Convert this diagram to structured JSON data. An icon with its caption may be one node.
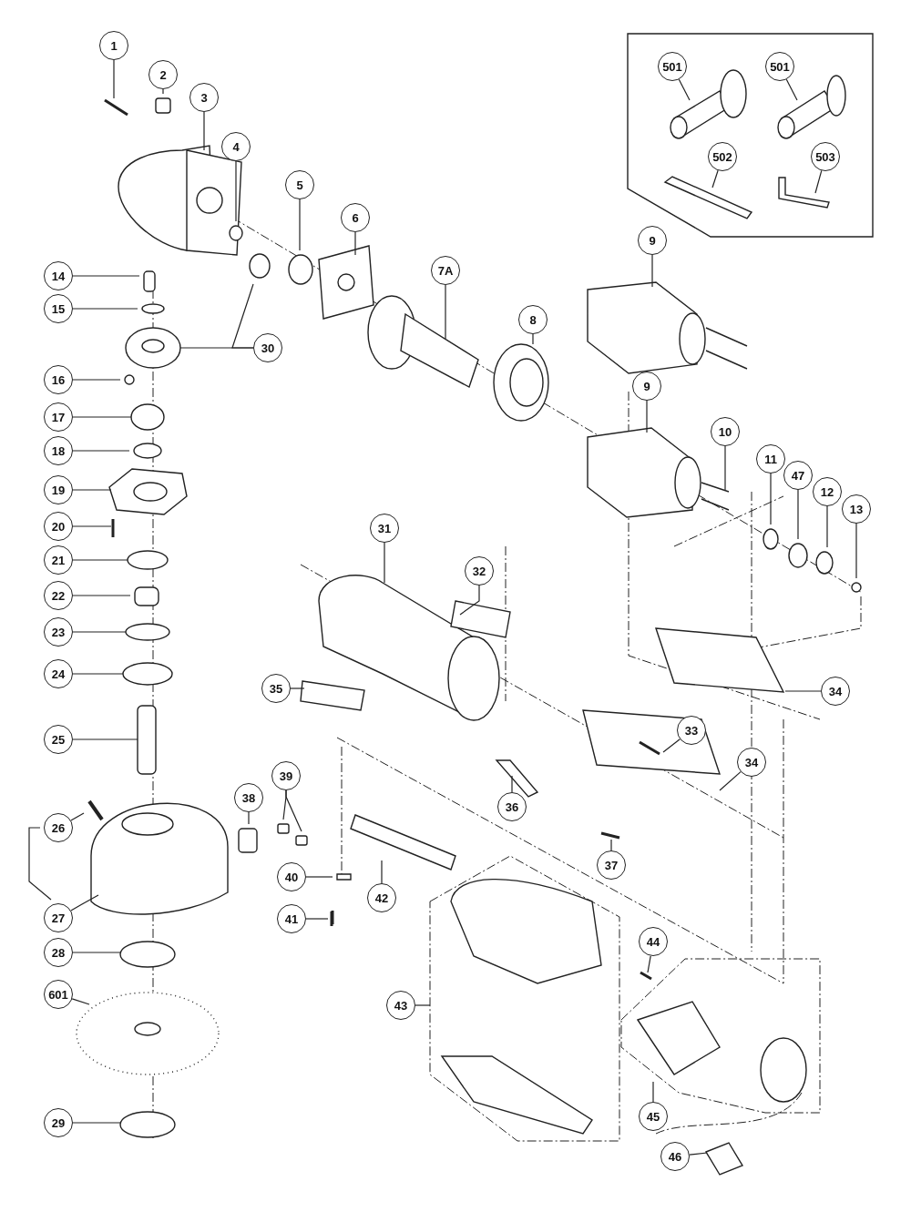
{
  "diagram": {
    "nodes": [
      {
        "text": [
          "1"
        ]
      },
      {
        "text": [
          "2"
        ]
      },
      {
        "text": [
          "3"
        ]
      },
      {
        "text": [
          "4"
        ]
      },
      {
        "text": [
          "5"
        ]
      },
      {
        "text": [
          "501"
        ]
      },
      {
        "text": [
          "501"
        ]
      },
      {
        "text": [
          "502"
        ]
      },
      {
        "text": [
          "503"
        ]
      },
      {
        "text": [
          "6"
        ]
      },
      {
        "text": [
          "7A"
        ]
      },
      {
        "text": [
          "8"
        ]
      },
      {
        "text": [
          "9"
        ]
      },
      {
        "text": [
          "9"
        ]
      },
      {
        "text": [
          "10"
        ]
      },
      {
        "text": [
          "11"
        ]
      },
      {
        "text": [
          "47"
        ]
      },
      {
        "text": [
          "12"
        ]
      },
      {
        "text": [
          "13"
        ]
      },
      {
        "text": [
          "14"
        ]
      },
      {
        "text": [
          "15"
        ]
      },
      {
        "text": [
          "30"
        ]
      },
      {
        "text": [
          "16"
        ]
      },
      {
        "text": [
          "17"
        ]
      },
      {
        "text": [
          "18"
        ]
      },
      {
        "text": [
          "19"
        ]
      },
      {
        "text": [
          "20"
        ]
      },
      {
        "text": [
          "21"
        ]
      },
      {
        "text": [
          "22"
        ]
      },
      {
        "text": [
          "31"
        ]
      },
      {
        "text": [
          "32"
        ]
      },
      {
        "text": [
          "23"
        ]
      },
      {
        "text": [
          "24"
        ]
      },
      {
        "text": [
          "35"
        ]
      },
      {
        "text": [
          "34"
        ]
      },
      {
        "text": [
          "25"
        ]
      },
      {
        "text": [
          "33"
        ]
      },
      {
        "text": [
          "34"
        ]
      },
      {
        "text": [
          "36"
        ]
      },
      {
        "text": [
          "39"
        ]
      },
      {
        "text": [
          "38"
        ]
      },
      {
        "text": [
          "26"
        ]
      },
      {
        "text": [
          "37"
        ]
      },
      {
        "text": [
          "40"
        ]
      },
      {
        "text": [
          "42"
        ]
      },
      {
        "text": [
          "27"
        ]
      },
      {
        "text": [
          "41"
        ]
      },
      {
        "text": [
          "28"
        ]
      },
      {
        "text": [
          "44"
        ]
      },
      {
        "text": [
          "601"
        ]
      },
      {
        "text": [
          "43"
        ]
      },
      {
        "text": [
          "45"
        ]
      },
      {
        "text": [
          "46"
        ]
      },
      {
        "text": [
          "29"
        ]
      }
    ],
    "edges": [
      {
        "from": 0,
        "to": null,
        "arrow": "none"
      },
      {
        "from": 1,
        "to": null,
        "arrow": "none"
      },
      {
        "from": 2,
        "to": null,
        "arrow": "none"
      },
      {
        "from": 3,
        "to": null,
        "arrow": "none"
      },
      {
        "from": 4,
        "to": null,
        "arrow": "none"
      },
      {
        "from": 5,
        "to": null,
        "arrow": "none"
      },
      {
        "from": 6,
        "to": null,
        "arrow": "none"
      },
      {
        "from": 7,
        "to": null,
        "arrow": "none"
      },
      {
        "from": 8,
        "to": null,
        "arrow": "none"
      },
      {
        "from": 9,
        "to": null,
        "arrow": "none"
      },
      {
        "from": 10,
        "to": null,
        "arrow": "none"
      },
      {
        "from": 11,
        "to": null,
        "arrow": "none"
      },
      {
        "from": 12,
        "to": null,
        "arrow": "none"
      },
      {
        "from": 13,
        "to": null,
        "arrow": "none"
      },
      {
        "from": 14,
        "to": null,
        "arrow": "none"
      },
      {
        "from": 15,
        "to": null,
        "arrow": "none"
      },
      {
        "from": 16,
        "to": null,
        "arrow": "none"
      },
      {
        "from": 17,
        "to": null,
        "arrow": "none"
      },
      {
        "from": 18,
        "to": null,
        "arrow": "none"
      },
      {
        "from": 19,
        "to": null,
        "arrow": "none"
      },
      {
        "from": 20,
        "to": null,
        "arrow": "none"
      },
      {
        "from": 21,
        "to": null,
        "arrow": "none"
      },
      {
        "from": 21,
        "to": null,
        "arrow": "none"
      },
      {
        "from": 22,
        "to": null,
        "arrow": "none"
      },
      {
        "from": 23,
        "to": null,
        "arrow": "none"
      },
      {
        "from": 24,
        "to": null,
        "arrow": "none"
      },
      {
        "from": 25,
        "to": null,
        "arrow": "none"
      },
      {
        "from": 26,
        "to": null,
        "arrow": "none"
      },
      {
        "from": 27,
        "to": null,
        "arrow": "none"
      },
      {
        "from": 28,
        "to": null,
        "arrow": "none"
      },
      {
        "from": 29,
        "to": null,
        "arrow": "none"
      },
      {
        "from": 30,
        "to": null,
        "arrow": "none"
      },
      {
        "from": 31,
        "to": null,
        "arrow": "none"
      },
      {
        "from": 32,
        "to": null,
        "arrow": "none"
      },
      {
        "from": 33,
        "to": null,
        "arrow": "none"
      },
      {
        "from": 34,
        "to": null,
        "arrow": "none"
      },
      {
        "from": 35,
        "to": null,
        "arrow": "none"
      },
      {
        "from": 36,
        "to": null,
        "arrow": "none"
      },
      {
        "from": 37,
        "to": null,
        "arrow": "none"
      },
      {
        "from": 38,
        "to": null,
        "arrow": "none"
      },
      {
        "from": 39,
        "to": null,
        "arrow": "none"
      },
      {
        "from": 39,
        "to": null,
        "arrow": "none"
      },
      {
        "from": 40,
        "to": null,
        "arrow": "none"
      },
      {
        "from": 41,
        "to": null,
        "arrow": "none"
      },
      {
        "from": 42,
        "to": null,
        "arrow": "none"
      },
      {
        "from": 43,
        "to": null,
        "arrow": "none"
      },
      {
        "from": 44,
        "to": null,
        "arrow": "none"
      },
      {
        "from": 45,
        "to": null,
        "arrow": "none"
      },
      {
        "from": 46,
        "to": null,
        "arrow": "none"
      },
      {
        "from": 47,
        "to": null,
        "arrow": "none"
      },
      {
        "from": 48,
        "to": null,
        "arrow": "none"
      },
      {
        "from": 49,
        "to": null,
        "arrow": "none"
      },
      {
        "from": 50,
        "to": null,
        "arrow": "none"
      },
      {
        "from": 51,
        "to": null,
        "arrow": "none"
      },
      {
        "from": 52,
        "to": null,
        "arrow": "none"
      },
      {
        "from": 53,
        "to": null,
        "arrow": "none"
      }
    ]
  }
}
